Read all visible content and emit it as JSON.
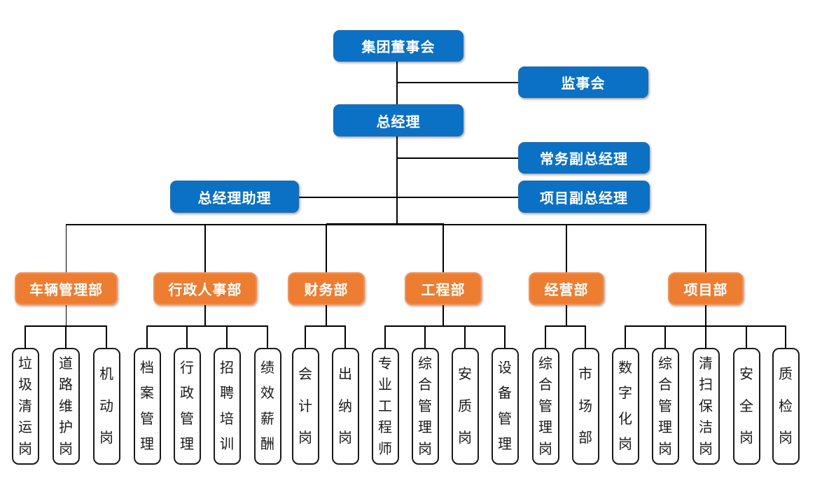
{
  "palette": {
    "node_blue": "#0B71C4",
    "node_blue_border": "#2268AE",
    "node_orange": "#ED7D31",
    "node_orange_border": "#F0935B",
    "connector": "#000000",
    "post_bg": "#FFFFFF",
    "post_border": "#1A1A1A",
    "post_text": "#1A1A1A",
    "node_text": "#FFFFFF"
  },
  "executive": {
    "board": "集团董事会",
    "supervisory_board": "监事会",
    "general_manager": "总经理",
    "executive_deputy_gm": "常务副总经理",
    "gm_assistant": "总经理助理",
    "project_deputy_gm": "项目副总经理"
  },
  "departments": [
    {
      "name": "车辆管理部",
      "posts": [
        "垃圾清运岗",
        "道路维护岗",
        "机动岗"
      ]
    },
    {
      "name": "行政人事部",
      "posts": [
        "档案管理",
        "行政管理",
        "招聘培训",
        "绩效薪酬"
      ]
    },
    {
      "name": "财务部",
      "posts": [
        "会计岗",
        "出纳岗"
      ]
    },
    {
      "name": "工程部",
      "posts": [
        "专业工程师",
        "综合管理岗",
        "安质岗",
        "设备管理"
      ]
    },
    {
      "name": "经营部",
      "posts": [
        "综合管理岗",
        "市场部"
      ]
    },
    {
      "name": "项目部",
      "posts": [
        "数字化岗",
        "综合管理岗",
        "清扫保洁岗",
        "安全岗",
        "质检岗"
      ]
    }
  ]
}
